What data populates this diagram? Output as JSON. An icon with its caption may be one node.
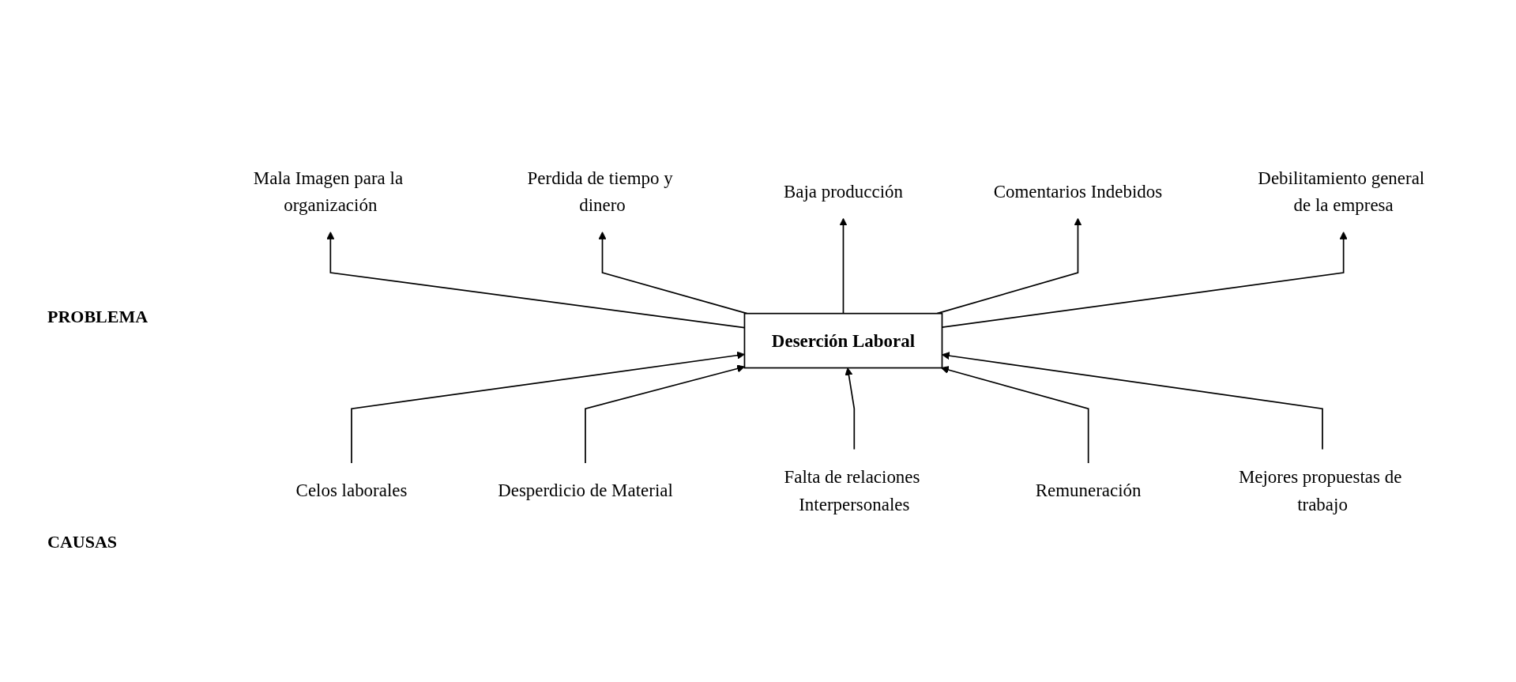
{
  "diagram": {
    "nodes": [
      {
        "text": [
          "Mala Imagen para la organización"
        ]
      },
      {
        "text": [
          "Perdida de tiempo y dinero"
        ]
      },
      {
        "text": [
          "Baja producción"
        ]
      },
      {
        "text": [
          "Comentarios Indebidos"
        ]
      },
      {
        "text": [
          "Debilitamiento general de la empresa"
        ]
      },
      {
        "text": [
          "Deserción Laboral"
        ]
      },
      {
        "text": [
          "Celos laborales"
        ]
      },
      {
        "text": [
          "Desperdicio de Material"
        ]
      },
      {
        "text": [
          "Falta de relaciones Interpersonales"
        ]
      },
      {
        "text": [
          "Remuneración"
        ]
      },
      {
        "text": [
          "Mejores propuestas de trabajo"
        ]
      }
    ],
    "edges": [
      {
        "from": 5,
        "to": 0,
        "arrow": "to"
      },
      {
        "from": 5,
        "to": 1,
        "arrow": "to"
      },
      {
        "from": 5,
        "to": 2,
        "arrow": "to"
      },
      {
        "from": 5,
        "to": 3,
        "arrow": "to"
      },
      {
        "from": 5,
        "to": 4,
        "arrow": "to"
      },
      {
        "from": 6,
        "to": 5,
        "arrow": "to"
      },
      {
        "from": 7,
        "to": 5,
        "arrow": "to"
      },
      {
        "from": 8,
        "to": 5,
        "arrow": "to"
      },
      {
        "from": 9,
        "to": 5,
        "arrow": "to"
      },
      {
        "from": 10,
        "to": 5,
        "arrow": "to"
      }
    ],
    "labels": [
      "PROBLEMA",
      "CAUSAS"
    ]
  }
}
